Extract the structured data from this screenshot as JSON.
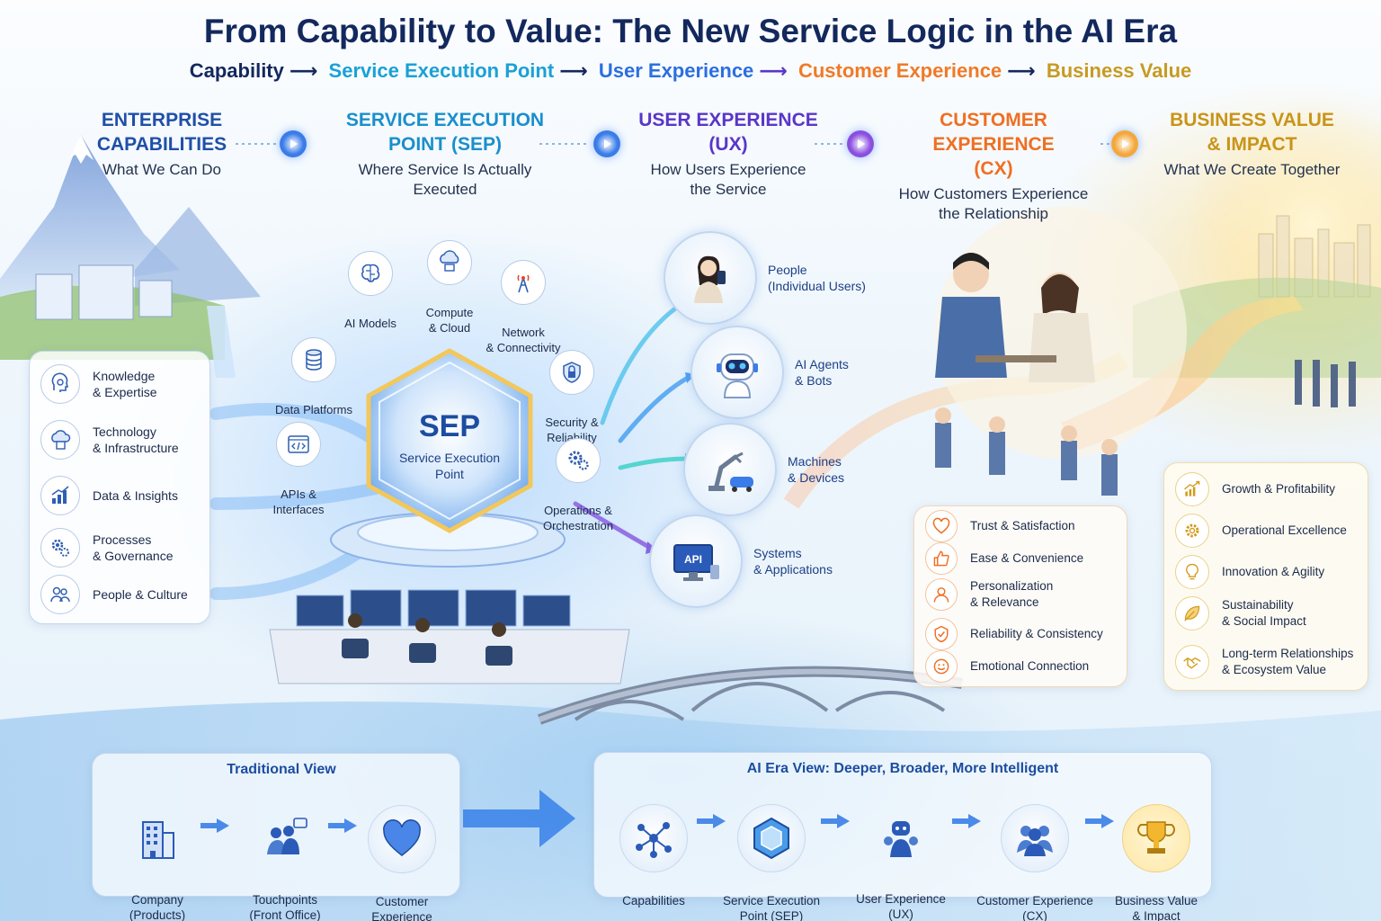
{
  "title": "From Capability to Value: The New Service Logic in the AI Era",
  "subtitle": {
    "steps": [
      "Capability",
      "Service Execution Point",
      "User Experience",
      "Customer Experience",
      "Business Value"
    ],
    "arrow": "⟶",
    "colors": [
      "#13285c",
      "#1aa1d6",
      "#2b6fe0",
      "#f07a28",
      "#c79a22"
    ]
  },
  "columns": [
    {
      "heading": "ENTERPRISE\nCAPABILITIES",
      "sub": "What We Can Do",
      "color": "#1f4fa8"
    },
    {
      "heading": "SERVICE EXECUTION\nPOINT (SEP)",
      "sub": "Where Service Is Actually\nExecuted",
      "color": "#1a8fcc"
    },
    {
      "heading": "USER EXPERIENCE\n(UX)",
      "sub": "How Users Experience\nthe Service",
      "color": "#5a36c8"
    },
    {
      "heading": "CUSTOMER EXPERIENCE\n(CX)",
      "sub": "How Customers Experience\nthe Relationship",
      "color": "#ef6f22"
    },
    {
      "heading": "BUSINESS VALUE\n& IMPACT",
      "sub": "What We Create Together",
      "color": "#c99418"
    }
  ],
  "capabilities": [
    {
      "label": "Knowledge\n& Expertise",
      "icon": "brain-head-icon"
    },
    {
      "label": "Technology\n& Infrastructure",
      "icon": "cloud-server-icon"
    },
    {
      "label": "Data & Insights",
      "icon": "bar-chart-icon"
    },
    {
      "label": "Processes\n& Governance",
      "icon": "gears-icon"
    },
    {
      "label": "People & Culture",
      "icon": "people-icon"
    }
  ],
  "sep": {
    "acronym": "SEP",
    "name": "Service Execution\nPoint",
    "inputs": [
      {
        "label": "AI Models",
        "icon": "brain-icon"
      },
      {
        "label": "Compute\n& Cloud",
        "icon": "cloud-compute-icon"
      },
      {
        "label": "Network\n& Connectivity",
        "icon": "antenna-icon"
      },
      {
        "label": "Data Platforms",
        "icon": "database-icon"
      },
      {
        "label": "Security &\nReliability",
        "icon": "shield-lock-icon"
      },
      {
        "label": "APIs &\nInterfaces",
        "icon": "code-window-icon"
      },
      {
        "label": "Operations &\nOrchestration",
        "icon": "gears-icon"
      }
    ]
  },
  "users": [
    {
      "label": "People\n(Individual Users)",
      "icon": "person-phone-icon"
    },
    {
      "label": "AI Agents\n& Bots",
      "icon": "robot-icon"
    },
    {
      "label": "Machines\n& Devices",
      "icon": "robot-arm-icon"
    },
    {
      "label": "Systems\n& Applications",
      "icon": "api-monitor-icon"
    }
  ],
  "cx": [
    {
      "label": "Trust & Satisfaction",
      "icon": "heart-icon"
    },
    {
      "label": "Ease & Convenience",
      "icon": "thumbs-up-icon"
    },
    {
      "label": "Personalization\n& Relevance",
      "icon": "person-icon"
    },
    {
      "label": "Reliability & Consistency",
      "icon": "shield-check-icon"
    },
    {
      "label": "Emotional Connection",
      "icon": "smile-icon"
    }
  ],
  "value": [
    {
      "label": "Growth & Profitability",
      "icon": "growth-chart-icon"
    },
    {
      "label": "Operational Excellence",
      "icon": "gear-icon"
    },
    {
      "label": "Innovation & Agility",
      "icon": "lightbulb-icon"
    },
    {
      "label": "Sustainability\n& Social Impact",
      "icon": "leaf-icon"
    },
    {
      "label": "Long-term Relationships\n& Ecosystem Value",
      "icon": "handshake-icon"
    }
  ],
  "traditional": {
    "heading": "Traditional View",
    "steps": [
      {
        "label": "Company\n(Products)",
        "icon": "building-icon"
      },
      {
        "label": "Touchpoints\n(Front Office)",
        "icon": "agents-chat-icon"
      },
      {
        "label": "Customer\nExperience",
        "icon": "heart-icon"
      }
    ]
  },
  "ai_era": {
    "heading": "AI Era View: Deeper, Broader, More Intelligent",
    "steps": [
      {
        "label": "Capabilities",
        "icon": "network-nodes-icon"
      },
      {
        "label": "Service Execution\nPoint (SEP)",
        "icon": "hexagon-icon"
      },
      {
        "label": "User Experience\n(UX)",
        "icon": "robot-person-icon"
      },
      {
        "label": "Customer Experience\n(CX)",
        "icon": "people-group-icon"
      },
      {
        "label": "Business Value\n& Impact",
        "icon": "trophy-icon"
      }
    ]
  },
  "colors": {
    "navy": "#13285c",
    "blue": "#2b6fe0",
    "cyan": "#1aa1d6",
    "purple": "#5a36c8",
    "orange": "#ef6f22",
    "gold": "#c99418"
  }
}
